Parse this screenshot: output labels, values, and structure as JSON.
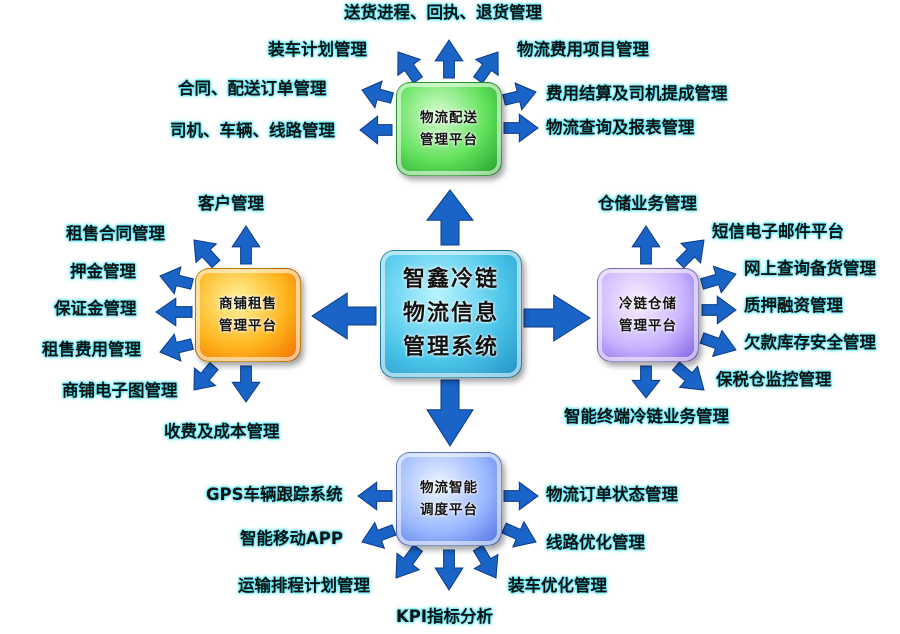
{
  "center": {
    "lines": [
      "智鑫冷链",
      "物流信息",
      "管理系统"
    ]
  },
  "top": {
    "lines": [
      "物流配送",
      "管理平台"
    ],
    "items": [
      "送货进程、回执、退货管理",
      "装车计划管理",
      "物流费用项目管理",
      "合同、配送订单管理",
      "费用结算及司机提成管理",
      "司机、车辆、线路管理",
      "物流查询及报表管理"
    ]
  },
  "left": {
    "lines": [
      "商铺租售",
      "管理平台"
    ],
    "items": [
      "客户管理",
      "租售合同管理",
      "押金管理",
      "保证金管理",
      "租售费用管理",
      "商铺电子图管理",
      "收费及成本管理"
    ]
  },
  "right": {
    "lines": [
      "冷链仓储",
      "管理平台"
    ],
    "items": [
      "仓储业务管理",
      "短信电子邮件平台",
      "网上查询备货管理",
      "质押融资管理",
      "欠款库存安全管理",
      "保税仓监控管理",
      "智能终端冷链业务管理"
    ]
  },
  "bottom": {
    "lines": [
      "物流智能",
      "调度平台"
    ],
    "items": [
      "GPS车辆跟踪系统",
      "物流订单状态管理",
      "智能移动APP",
      "线路优化管理",
      "运输排程计划管理",
      "装车优化管理",
      "KPI指标分析"
    ]
  },
  "colors": {
    "arrow_fill": "#1a64c8",
    "arrow_edge": "#0b3a86",
    "label_glow": "#3fe0f0"
  }
}
